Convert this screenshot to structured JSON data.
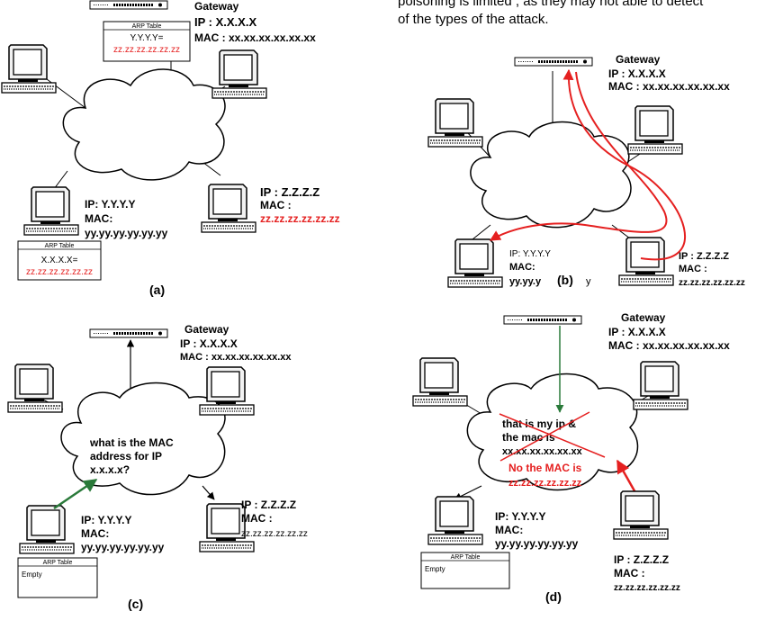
{
  "intro": {
    "line1": "poisoning is limited , as they may not able to detect",
    "line2": "of the types of the attack."
  },
  "colors": {
    "red": "#e52020",
    "green": "#2a7a3a",
    "black": "#000000"
  },
  "panel_a": {
    "caption": "(a)",
    "gateway_label": "Gateway",
    "gateway_ip": "IP : X.X.X.X",
    "gateway_mac": "MAC : xx.xx.xx.xx.xx.xx",
    "gw_arp_title": "ARP Table",
    "gw_arp_entry": "Y.Y.Y.Y=",
    "gw_arp_mac": "zz.zz.zz.zz.zz.zz",
    "victim_ip": "IP: Y.Y.Y.Y",
    "victim_mac_label": "MAC:",
    "victim_mac": "yy.yy.yy.yy.yy.yy",
    "victim_arp_title": "ARP Table",
    "victim_arp_entry": "X.X.X.X=",
    "victim_arp_mac": "zz.zz.zz.zz.zz.zz",
    "attacker_ip": "IP : Z.Z.Z.Z",
    "attacker_mac_label": "MAC :",
    "attacker_mac": "zz.zz.zz.zz.zz.zz"
  },
  "panel_b": {
    "caption": "(b)",
    "gateway_label": "Gateway",
    "gateway_ip": "IP : X.X.X.X",
    "gateway_mac": "MAC : xx.xx.xx.xx.xx.xx",
    "victim_ip": "IP: Y.Y.Y.Y",
    "victim_mac_label": "MAC:",
    "victim_mac": "yy.yy.y",
    "victim_fragment": "y",
    "attacker_ip": "IP : Z.Z.Z.Z",
    "attacker_mac_label": "MAC :",
    "attacker_mac": "zz.zz.zz.zz.zz.zz"
  },
  "panel_c": {
    "caption": "(c)",
    "gateway_label": "Gateway",
    "gateway_ip": "IP : X.X.X.X",
    "gateway_mac": "MAC : xx.xx.xx.xx.xx.xx",
    "question_line1": "what is the MAC",
    "question_line2": "address for IP",
    "question_line3": "x.x.x.x?",
    "victim_ip": "IP: Y.Y.Y.Y",
    "victim_mac_label": "MAC:",
    "victim_mac": "yy.yy.yy.yy.yy.yy",
    "victim_arp_title": "ARP Table",
    "victim_arp_entry": "Empty",
    "attacker_ip": "IP : Z.Z.Z.Z",
    "attacker_mac_label": "MAC :",
    "attacker_mac": "zz.zz.zz.zz.zz.zz"
  },
  "panel_d": {
    "caption": "(d)",
    "gateway_label": "Gateway",
    "gateway_ip": "IP : X.X.X.X",
    "gateway_mac": "MAC : xx.xx.xx.xx.xx.xx",
    "reply_line1": "that is my ip &",
    "reply_line2": "the mac is",
    "reply_line3": "xx.xx.xx.xx.xx.xx",
    "spoof_line1": "No the MAC is",
    "spoof_line2": "zz.zz.zz.zz.zz.zz",
    "victim_ip": "IP: Y.Y.Y.Y",
    "victim_mac_label": "MAC:",
    "victim_mac": "yy.yy.yy.yy.yy.yy",
    "victim_arp_title": "ARP Table",
    "victim_arp_entry": "Empty",
    "attacker_ip": "IP : Z.Z.Z.Z",
    "attacker_mac_label": "MAC :",
    "attacker_mac": "zz.zz.zz.zz.zz.zz"
  }
}
